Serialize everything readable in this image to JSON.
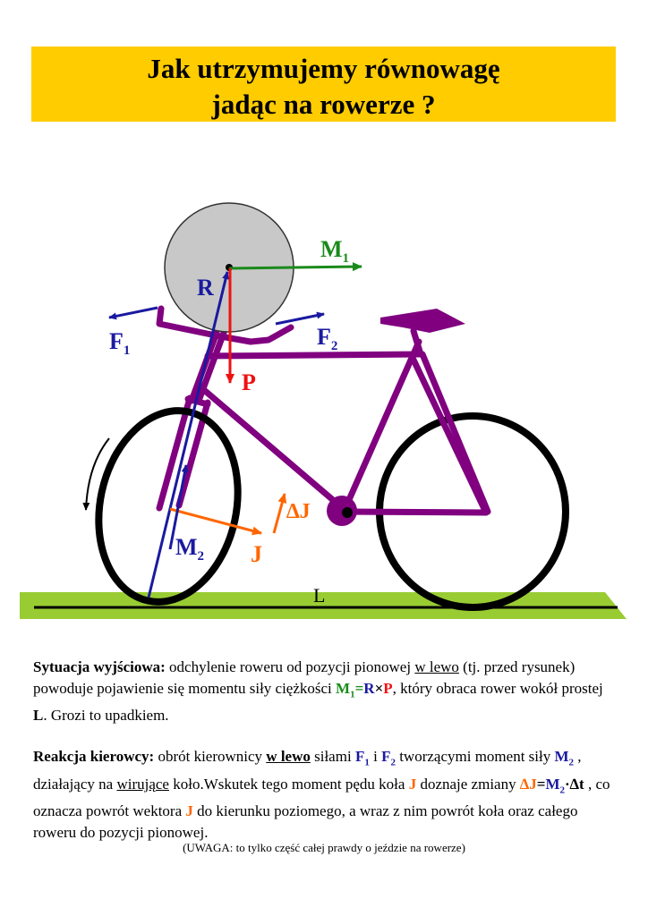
{
  "title": {
    "line1": "Jak utrzymujemy równowagę",
    "line2": "jadąc na rowerze ?"
  },
  "labels": {
    "M1": "M",
    "M1_sub": "1",
    "R": "R",
    "F1": "F",
    "F1_sub": "1",
    "F2": "F",
    "F2_sub": "2",
    "P": "P",
    "dJ": "∆J",
    "M2": "M",
    "M2_sub": "2",
    "J": "J",
    "L": "L"
  },
  "colors": {
    "title_bg": "#ffcc00",
    "bike": "#800080",
    "wheel": "#000000",
    "wheel_fill": "#c8c8c8",
    "ground": "#99cc33",
    "M1": "#1a8a1a",
    "R": "#1a1aa0",
    "F": "#1a1aa0",
    "P": "#ee1111",
    "J": "#ff6600",
    "M2": "#1a1aa0"
  },
  "paragraph1": {
    "heading": "Sytuacja wyjściowa:",
    "t1": " odchylenie roweru od pozycji pionowej ",
    "u1": "w lewo",
    "t2": " (tj. przed rysunek) powoduje pojawienie się momentu siły ciężkości  ",
    "M": "M",
    "M_sub": "1",
    "eq": "=",
    "R": "R",
    "x": "×",
    "P": "P",
    "t3": ", który obraca rower wokół prostej ",
    "L": "L",
    "t4": ". Grozi to upadkiem."
  },
  "paragraph2": {
    "heading": "Reakcja kierowcy:",
    "t1": "  obrót kierownicy ",
    "u1": "w lewo",
    "t2": " siłami ",
    "F1": "F",
    "F1_sub": "1",
    "i": " i ",
    "F2": "F",
    "F2_sub": "2",
    "t3": "  tworzącymi moment siły ",
    "M2": "M",
    "M2_sub": "2",
    "t4": " , działający na ",
    "u2": "wirujące",
    "t5": " koło.Wskutek tego moment pędu koła ",
    "J1": "J",
    "t6": " doznaje zmiany  ",
    "dJ": "∆J",
    "eq": "=",
    "M2b": "M",
    "M2b_sub": "2",
    "dt": "·∆t",
    "t7": " , co oznacza powrót wektora ",
    "J2": "J",
    "t8": " do kierunku poziomego, a wraz z nim powrót koła oraz całego roweru do pozycji pionowej."
  },
  "note": "(UWAGA:  to tylko część całej prawdy o jeździe na rowerze)"
}
